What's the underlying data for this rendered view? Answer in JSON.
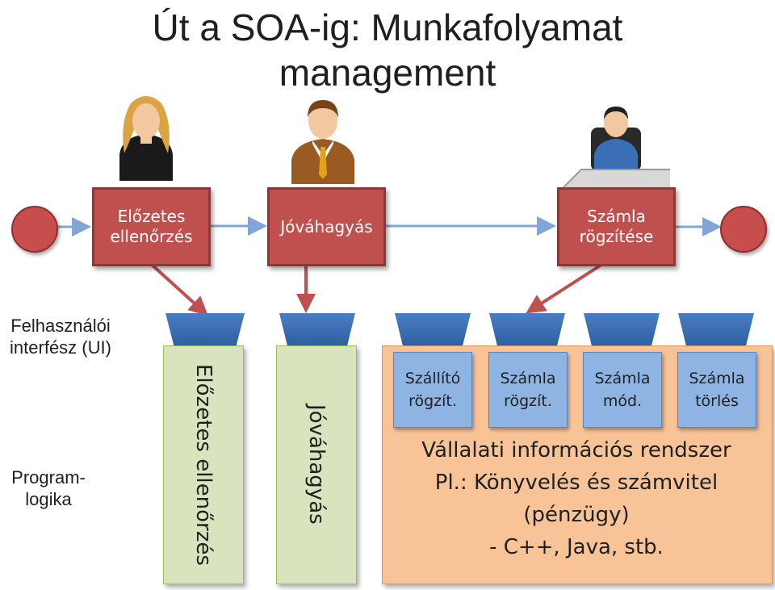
{
  "title": {
    "line1": "Út a SOA-ig: Munkafolyamat",
    "line2": "management"
  },
  "process": {
    "tasks": [
      {
        "line1": "Előzetes",
        "line2": "ellenőrzés"
      },
      {
        "line1": "Jóváhagyás"
      },
      {
        "line1": "Számla",
        "line2": "rögzítése"
      }
    ]
  },
  "side_labels": {
    "ui_line1": "Felhasználói",
    "ui_line2": "interfész (UI)",
    "logic_line1": "Program-",
    "logic_line2": "logika"
  },
  "components": {
    "pre_check": "Előzetes ellenőrzés",
    "approval": "Jóváhagyás"
  },
  "erp": {
    "modules": [
      {
        "line1": "Szállító",
        "line2": "rögzít."
      },
      {
        "line1": "Számla",
        "line2": "rögzít."
      },
      {
        "line1": "Számla",
        "line2": "mód."
      },
      {
        "line1": "Számla",
        "line2": "törlés"
      }
    ],
    "text_line1": "Vállalati információs rendszer",
    "text_line2": "Pl.: Könyvelés és számvitel",
    "text_line3": "(pénzügy)",
    "text_line4": "- C++, Java, stb."
  },
  "colors": {
    "task_fill": "#c0504d",
    "event_fill": "#c84d4d",
    "ui_connector": "#2c5f9f",
    "green_component": "#d7e4bd",
    "erp_fill": "#f8c497",
    "module_fill": "#8eb4e3"
  },
  "icons": [
    "woman-user-icon",
    "businessman-user-icon",
    "clerk-at-desk-icon"
  ]
}
